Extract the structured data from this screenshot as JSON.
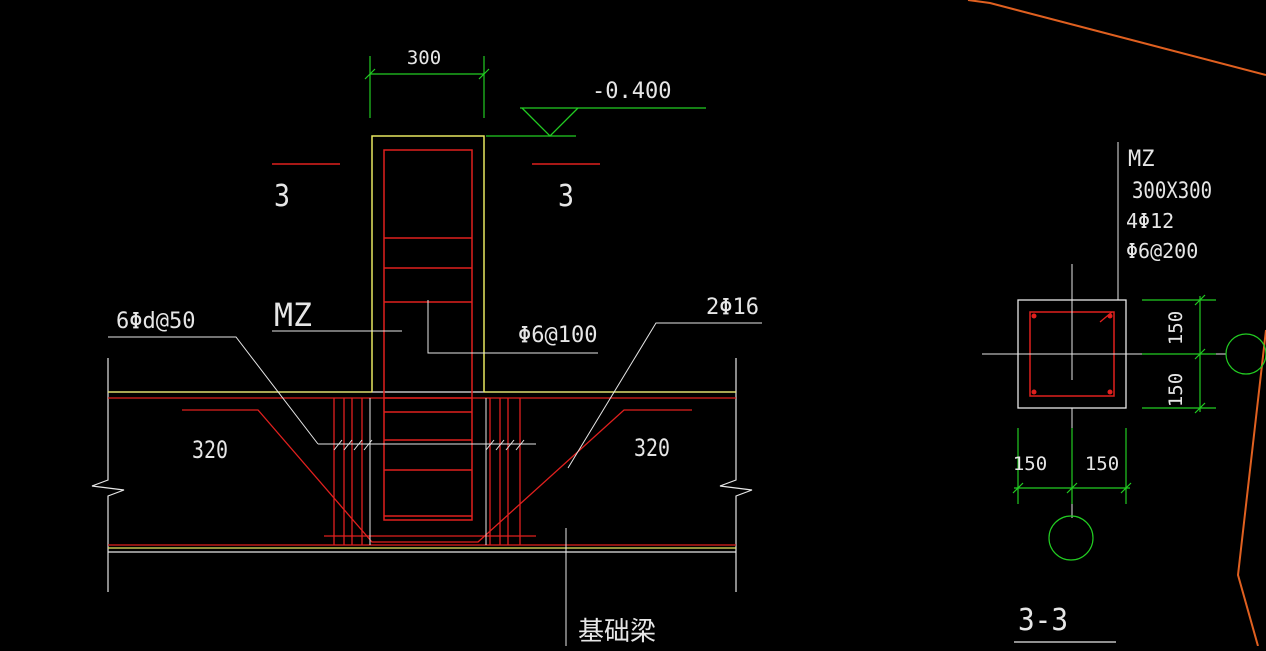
{
  "colors": {
    "background": "#000000",
    "line_white": "#e6e6e6",
    "rebar_red": "#e0201e",
    "outline_yellow": "#e8e860",
    "dim_green": "#22cc22",
    "border_orange": "#e06020"
  },
  "elevation": {
    "value": "-0.400"
  },
  "section_marks": {
    "left": "3",
    "right": "3"
  },
  "column": {
    "name": "MZ",
    "stirrup": "Φ6@100",
    "width_dim": "300"
  },
  "beam": {
    "stirrup_dense": "6Φd@50",
    "bottom_bars": "2Φ16",
    "anchor_left": "320",
    "anchor_right": "320",
    "name": "基础梁"
  },
  "section_33": {
    "title": "3-3",
    "name": "MZ",
    "size": "300X300",
    "main_bars": "4Φ12",
    "stirrup": "Φ6@200",
    "dim_right_top": "150",
    "dim_right_bottom": "150",
    "dim_bottom_left": "150",
    "dim_bottom_right": "150"
  }
}
